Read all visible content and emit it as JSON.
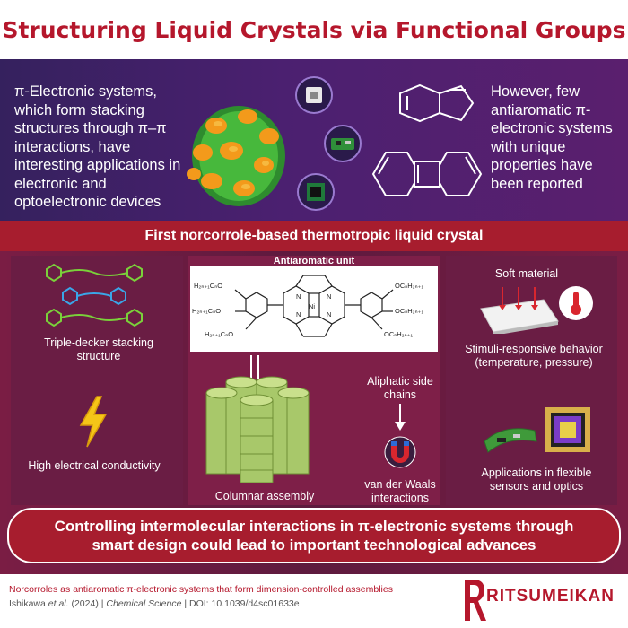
{
  "title": "Structuring Liquid Crystals via Functional Groups",
  "intro": {
    "left_text": "π-Electronic systems, which form stacking structures through π–π interactions, have interesting applications in electronic and optoelectronic devices",
    "right_text": "However, few antiaromatic π-electronic systems with unique properties have been reported"
  },
  "ribbon": "First norcorrole-based thermotropic liquid crystal",
  "left_panel": {
    "stacking_label": "Triple-decker stacking structure",
    "conductivity_label": "High electrical conductivity"
  },
  "center_panel": {
    "antiaromatic_label": "Antiaromatic unit",
    "molecule_labels": {
      "left_top": "H₂ₙ₊₁CₙO",
      "left_mid": "H₂ₙ₊₁CₙO",
      "left_bot": "H₂ₙ₊₁CₙO",
      "right_top": "OCₙH₂ₙ₊₁",
      "right_mid": "OCₙH₂ₙ₊₁",
      "right_bot": "OCₙH₂ₙ₊₁",
      "metal": "Ni",
      "n1": "N",
      "n2": "N",
      "n3": "N",
      "n4": "N"
    },
    "columnar_label": "Columnar assembly",
    "aliphatic_label": "Aliphatic side chains",
    "vdw_label": "van der Waals interactions"
  },
  "right_panel": {
    "soft_label": "Soft material",
    "stimuli_label": "Stimuli-responsive behavior (temperature, pressure)",
    "applications_label": "Applications in flexible sensors and optics"
  },
  "banner": "Controlling intermolecular interactions in π-electronic systems through smart design could lead to important technological advances",
  "footer": {
    "citation": "Norcorroles as antiaromatic π-electronic systems that form dimension-controlled assemblies",
    "authors": "Ishikawa",
    "etal": "et al.",
    "year": "(2024) |",
    "journal": "Chemical Science",
    "doi": "| DOI: 10.1039/d4sc01633e",
    "logo_letter": "R",
    "logo_word": "RITSUMEIKAN"
  },
  "colors": {
    "accent_red": "#b5172c",
    "purple_band": "#4b2070",
    "maroon": "#7a1d44"
  },
  "icons": [
    "cluster-icon",
    "chip-icon",
    "circuit-board-icon",
    "processor-icon",
    "pentalene-icon",
    "biphenylene-icon",
    "lightning-icon",
    "magnet-icon",
    "thermometer-icon",
    "soft-surface-icon",
    "stack-icon",
    "flexible-sensor-icon"
  ]
}
